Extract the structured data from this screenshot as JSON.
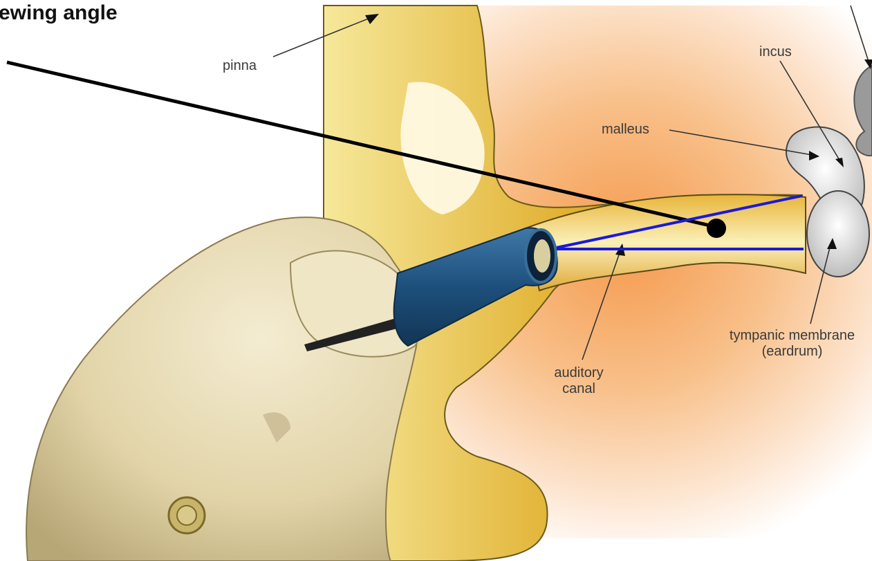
{
  "title": "ewing angle",
  "labels": {
    "pinna": "pinna",
    "incus": "incus",
    "malleus": "malleus",
    "tympanic_line1": "tympanic membrane",
    "tympanic_line2": "(eardrum)",
    "auditory_line1": "auditory",
    "auditory_line2": "canal"
  },
  "colors": {
    "viewing_line": "#000000",
    "view_cone": "#1a1ad8",
    "probe_tip": "#1f4e79",
    "thermometer_body": "#e8dcb5",
    "ear_tissue": "#f0c24a",
    "background_glow": "#f7a35c"
  }
}
